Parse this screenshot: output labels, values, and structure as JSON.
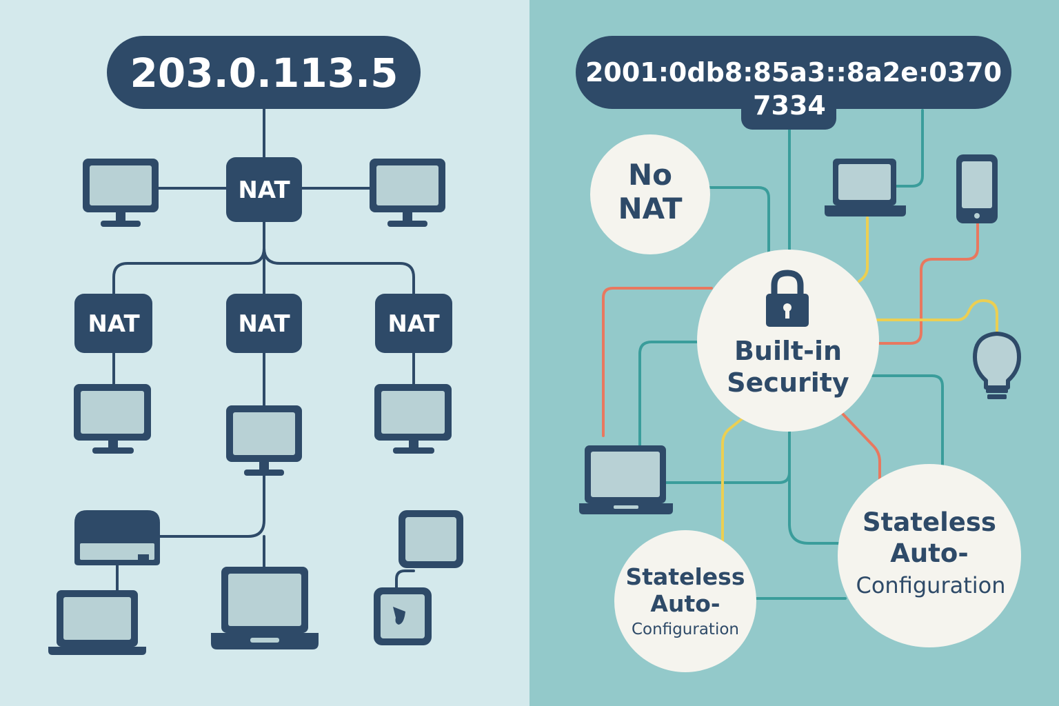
{
  "ipv4": {
    "address": "203.0.113.5",
    "nat_top": "NAT",
    "nat_left": "NAT",
    "nat_middle": "NAT",
    "nat_right": "NAT"
  },
  "ipv6": {
    "address_line1": "2001:0db8:85a3::8a2e:0370",
    "address_line2": "7334",
    "no_nat_line1": "No",
    "no_nat_line2": "NAT",
    "security_line1": "Built-in",
    "security_line2": "Security",
    "slaac_small_line1": "Stateless",
    "slaac_small_line2": "Auto-",
    "slaac_small_line3": "Configuration",
    "slaac_large_line1": "Stateless",
    "slaac_large_line2": "Auto-",
    "slaac_large_line3": "Configuration"
  },
  "colors": {
    "left_bg": "#d4e9ec",
    "right_bg": "#93c9ca",
    "navy": "#2e4a68",
    "screen": "#b8d1d5",
    "bubble": "#f5f4ee",
    "teal_line": "#3a9d9b",
    "orange_line": "#e8785f",
    "yellow_line": "#eccf52"
  },
  "icons": [
    "monitor-icon",
    "laptop-icon",
    "router-icon",
    "tablet-icon",
    "smartphone-icon",
    "lightbulb-icon",
    "lock-icon",
    "smart-plug-icon"
  ]
}
